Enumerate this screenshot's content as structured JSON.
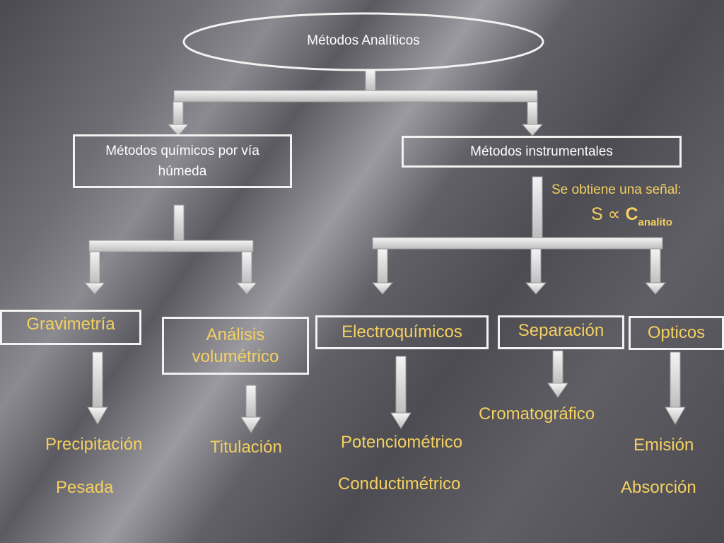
{
  "root": "Métodos Analíticos",
  "chemical": "Métodos químicos por vía húmeda",
  "instrumental": "Métodos instrumentales",
  "signal_line1": "Se obtiene una señal:",
  "signal_S": "S",
  "signal_prop": "∝",
  "signal_C": "C",
  "signal_sub": "analito",
  "categories": {
    "gravimetria": "Gravimetría",
    "volumetrico": "Análisis volumétrico",
    "electroquimicos": "Electroquímicos",
    "separacion": "Separación",
    "opticos": "Opticos"
  },
  "results": {
    "precipitacion": "Precipitación",
    "pesada": "Pesada",
    "titulacion": "Titulación",
    "potenciometrico": "Potenciométrico",
    "conductimetrico": "Conductimétrico",
    "cromatografico": "Cromatográfico",
    "emision": "Emisión",
    "absorcion": "Absorción"
  }
}
